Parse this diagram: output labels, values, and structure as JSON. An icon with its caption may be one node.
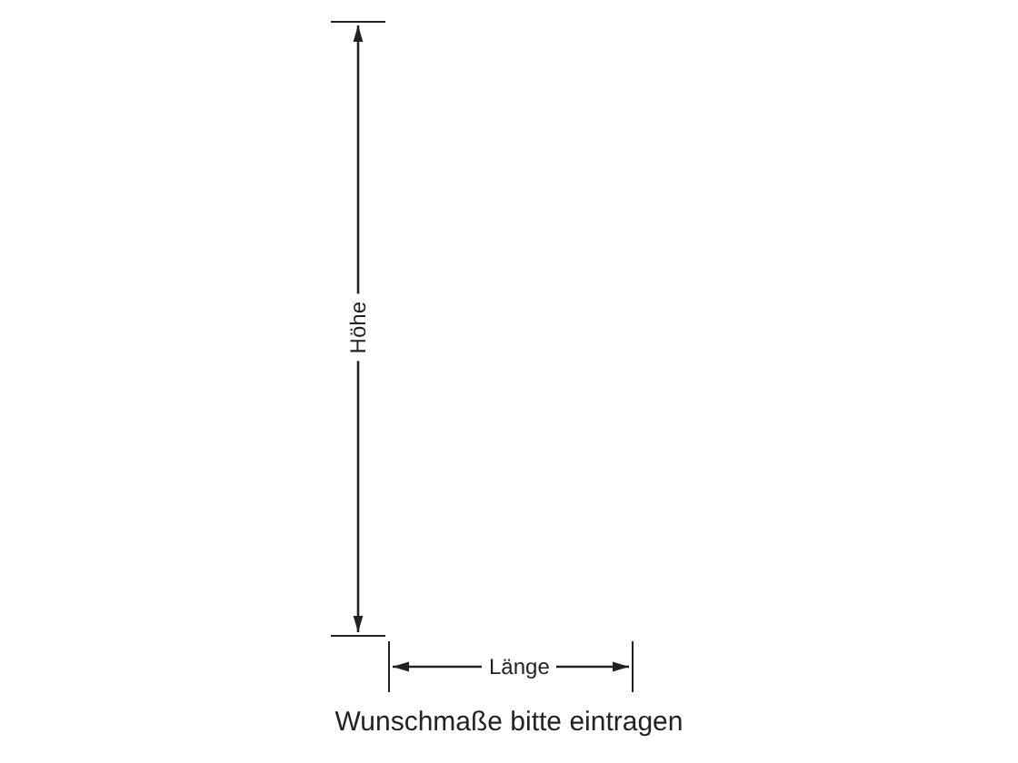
{
  "diagram": {
    "caption": "Wunschmaße bitte eintragen",
    "labels": [
      "Höhe",
      "Länge"
    ]
  }
}
